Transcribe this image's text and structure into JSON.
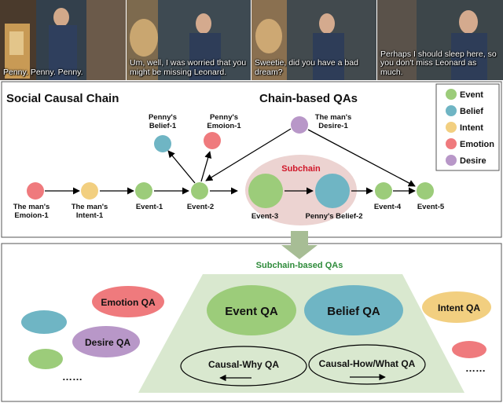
{
  "frames": [
    {
      "subtitle": "Penny. Penny. Penny."
    },
    {
      "subtitle": "Um, well, I was worried that you might be missing Leonard."
    },
    {
      "subtitle": "Sweetie, did you have a bad dream?"
    },
    {
      "subtitle": "Perhaps I should sleep here, so you don't miss Leonard as much."
    }
  ],
  "causal_chain": {
    "title": "Social Causal Chain",
    "qa_title": "Chain-based QAs",
    "subchain_label": "Subchain",
    "nodes": {
      "emotion1": "The man's Emoion-1",
      "intent1": "The man's Intent-1",
      "event1": "Event-1",
      "event2": "Event-2",
      "event3": "Event-3",
      "belief2": "Penny's Belief-2",
      "event4": "Event-4",
      "event5": "Event-5",
      "penny_belief1": "Penny's Belief-1",
      "penny_emotion1": "Penny's Emoion-1",
      "man_desire1": "The man's Desire-1"
    }
  },
  "legend": [
    {
      "label": "Event",
      "color": "#9ccc7a"
    },
    {
      "label": "Belief",
      "color": "#6fb5c4"
    },
    {
      "label": "Intent",
      "color": "#f2cf80"
    },
    {
      "label": "Emotion",
      "color": "#ef7a7d"
    },
    {
      "label": "Desire",
      "color": "#b897c8"
    }
  ],
  "subchain_qas": {
    "title": "Subchain-based QAs",
    "event_qa": "Event QA",
    "belief_qa": "Belief QA",
    "causal_why": "Causal-Why QA",
    "causal_how": "Causal-How/What QA",
    "emotion_qa": "Emotion QA",
    "desire_qa": "Desire QA",
    "intent_qa": "Intent QA",
    "ellipsis": "……"
  },
  "colors": {
    "event": "#9ccc7a",
    "belief": "#6fb5c4",
    "intent": "#f2cf80",
    "emotion": "#ef7a7d",
    "desire": "#b897c8",
    "subchain_bg": "#ecd3d1",
    "subchain_text": "#d0182a",
    "trapezoid": "#d9e8cf",
    "qa_title_color": "#2e8b3a",
    "down_arrow": "#a7bd95"
  }
}
